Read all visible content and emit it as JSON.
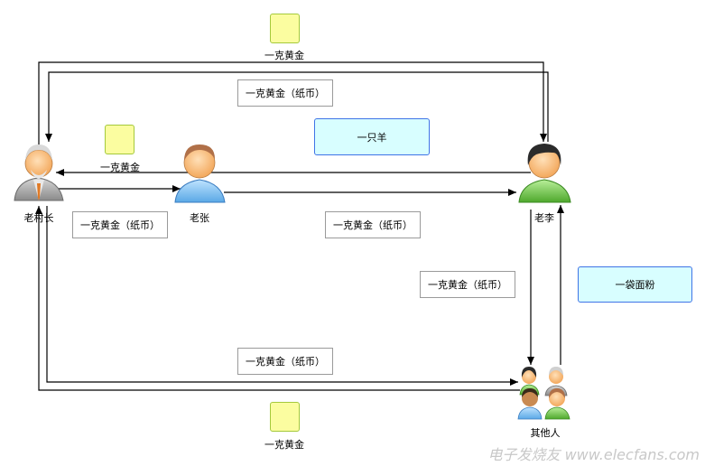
{
  "people": {
    "chief": "老村长",
    "zhang": "老张",
    "li": "老李",
    "others": "其他人"
  },
  "gold_labels": {
    "top": "一克黄金",
    "left": "一克黄金",
    "bottom": "一克黄金"
  },
  "paper_labels": {
    "top": "一克黄金（纸币）",
    "chief_zhang": "一克黄金（纸币）",
    "zhang_li": "一克黄金（纸币）",
    "li_others": "一克黄金（纸币）",
    "bottom": "一克黄金（纸币）"
  },
  "goods_labels": {
    "sheep": "一只羊",
    "flour": "一袋面粉"
  },
  "watermark": "电子发烧友 www.elecfans.com"
}
